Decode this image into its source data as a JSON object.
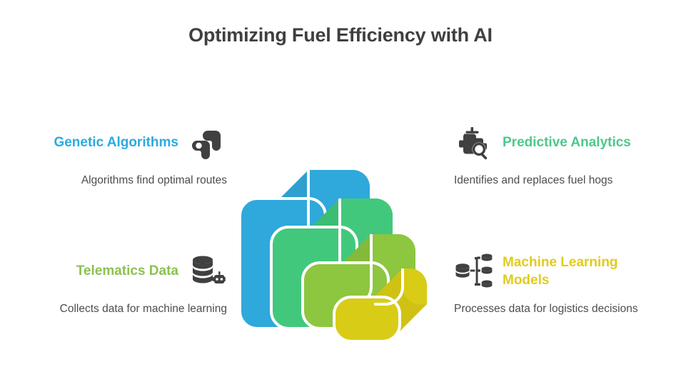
{
  "page": {
    "title": "Optimizing Fuel Efficiency with AI",
    "background": "#ffffff",
    "title_color": "#3f3f3f",
    "body_text_color": "#4d4d4d"
  },
  "quadrants": {
    "top_left": {
      "title": "Genetic Algorithms",
      "description": "Algorithms find optimal routes",
      "color": "#29abe2",
      "icon": "algorithm-blocks-icon",
      "icon_color": "#404040",
      "align": "right"
    },
    "bottom_left": {
      "title": "Telematics Data",
      "description": "Collects data for machine learning",
      "color": "#8cc152",
      "icon": "database-robot-icon",
      "icon_color": "#404040",
      "align": "right"
    },
    "top_right": {
      "title": "Predictive Analytics",
      "description": "Identifies and replaces fuel hogs",
      "color": "#4bc98a",
      "icon": "engine-magnifier-icon",
      "icon_color": "#404040",
      "align": "left"
    },
    "bottom_right": {
      "title": "Machine Learning Models",
      "description": "Processes data for logistics decisions",
      "color": "#e0cc1c",
      "icon": "database-branch-icon",
      "icon_color": "#404040",
      "align": "left"
    }
  },
  "center_graphic": {
    "name": "stacked-layers-graphic",
    "layer_count": 4,
    "layers": [
      {
        "label": "layer-blue",
        "color": "#2fa8dc",
        "side_color": "#2f9fd0"
      },
      {
        "label": "layer-green",
        "color": "#42c87c",
        "side_color": "#3cbd74"
      },
      {
        "label": "layer-olive",
        "color": "#8dc63f",
        "side_color": "#84ba3a"
      },
      {
        "label": "layer-yellow",
        "color": "#d9cc17",
        "side_color": "#cfc214"
      }
    ],
    "separator_color": "#ffffff"
  }
}
